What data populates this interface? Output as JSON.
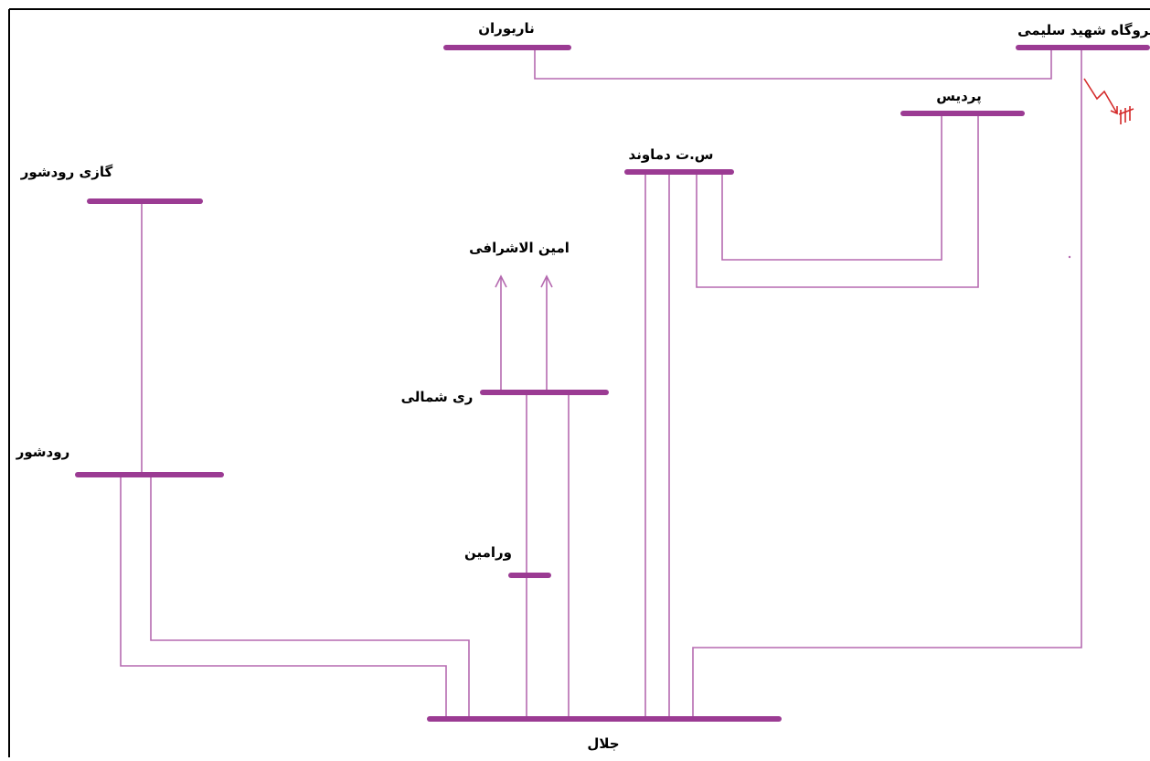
{
  "colors": {
    "busbar": "#9b3b93",
    "line": "#b56ab0",
    "fault": "#d42a2a",
    "frame": "#000000",
    "label": "#000000",
    "background": "#ffffff"
  },
  "buses": {
    "naryoran": "ناریوران",
    "soleimi": "نیروگاه شهید سلیمی",
    "pardis": "پردیس",
    "damavand": "س.ت دماوند",
    "gazi_roudshour": "گازی رودشور",
    "amin": "امین الاشرافی",
    "rey_shomali": "ری شمالی",
    "roudshour": "رودشور",
    "varamin": "ورامین",
    "jalal": "جلال"
  },
  "icons": {
    "fault": "fault-lightning-icon",
    "arrow": "arrow-up-icon"
  }
}
